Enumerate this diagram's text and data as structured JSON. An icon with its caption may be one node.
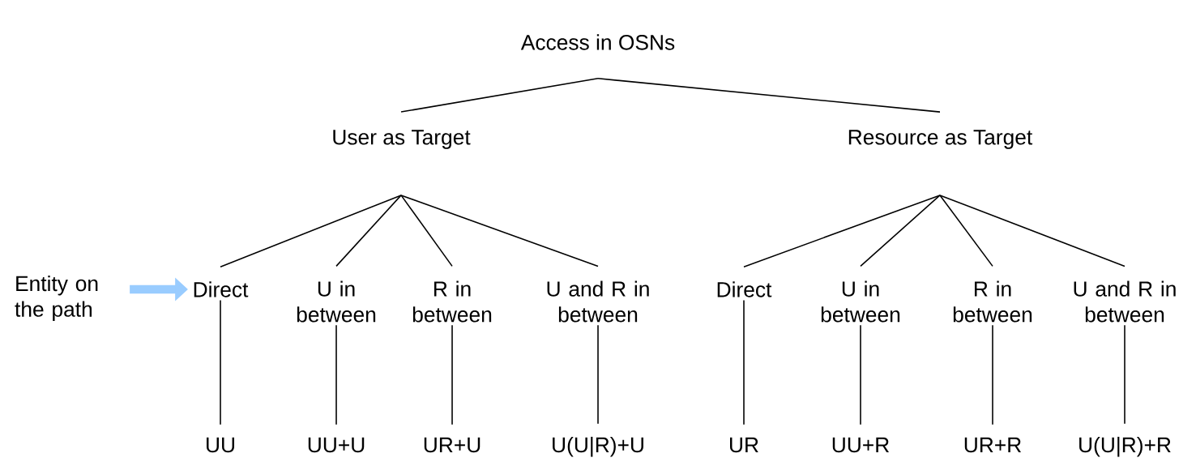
{
  "diagram": {
    "nodes": [
      {
        "text": [
          "Access in OSNs"
        ]
      },
      {
        "text": [
          "User as Target"
        ]
      },
      {
        "text": [
          "Resource as Target"
        ]
      },
      {
        "text": [
          "Entity on the path"
        ]
      },
      {
        "text": [
          "Direct"
        ]
      },
      {
        "text": [
          "U in between"
        ]
      },
      {
        "text": [
          "R in between"
        ]
      },
      {
        "text": [
          "U and R in between"
        ]
      },
      {
        "text": [
          "Direct"
        ]
      },
      {
        "text": [
          "U in between"
        ]
      },
      {
        "text": [
          "R in between"
        ]
      },
      {
        "text": [
          "U and R in between"
        ]
      },
      {
        "text": [
          "UU"
        ]
      },
      {
        "text": [
          "UU+U"
        ]
      },
      {
        "text": [
          "UR+U"
        ]
      },
      {
        "text": [
          "U(U|R)+U"
        ]
      },
      {
        "text": [
          "UR"
        ]
      },
      {
        "text": [
          "UU+R"
        ]
      },
      {
        "text": [
          "UR+R"
        ]
      },
      {
        "text": [
          "U(U|R)+R"
        ]
      }
    ],
    "edges": [
      {
        "from": 0,
        "to": 1,
        "arrow": "none"
      },
      {
        "from": 0,
        "to": 2,
        "arrow": "none"
      },
      {
        "from": 1,
        "to": 4,
        "arrow": "none"
      },
      {
        "from": 1,
        "to": 5,
        "arrow": "none"
      },
      {
        "from": 1,
        "to": 6,
        "arrow": "none"
      },
      {
        "from": 1,
        "to": 7,
        "arrow": "none"
      },
      {
        "from": 2,
        "to": 8,
        "arrow": "none"
      },
      {
        "from": 2,
        "to": 9,
        "arrow": "none"
      },
      {
        "from": 2,
        "to": 10,
        "arrow": "none"
      },
      {
        "from": 2,
        "to": 11,
        "arrow": "none"
      },
      {
        "from": 4,
        "to": 12,
        "arrow": "none"
      },
      {
        "from": 5,
        "to": 13,
        "arrow": "none"
      },
      {
        "from": 6,
        "to": 14,
        "arrow": "none"
      },
      {
        "from": 7,
        "to": 15,
        "arrow": "none"
      },
      {
        "from": 8,
        "to": 16,
        "arrow": "none"
      },
      {
        "from": 9,
        "to": 17,
        "arrow": "none"
      },
      {
        "from": 10,
        "to": 18,
        "arrow": "none"
      },
      {
        "from": 11,
        "to": 19,
        "arrow": "none"
      },
      {
        "from": 3,
        "to": 4,
        "arrow": "to",
        "style": "thick",
        "color": "#99ccff"
      }
    ]
  }
}
